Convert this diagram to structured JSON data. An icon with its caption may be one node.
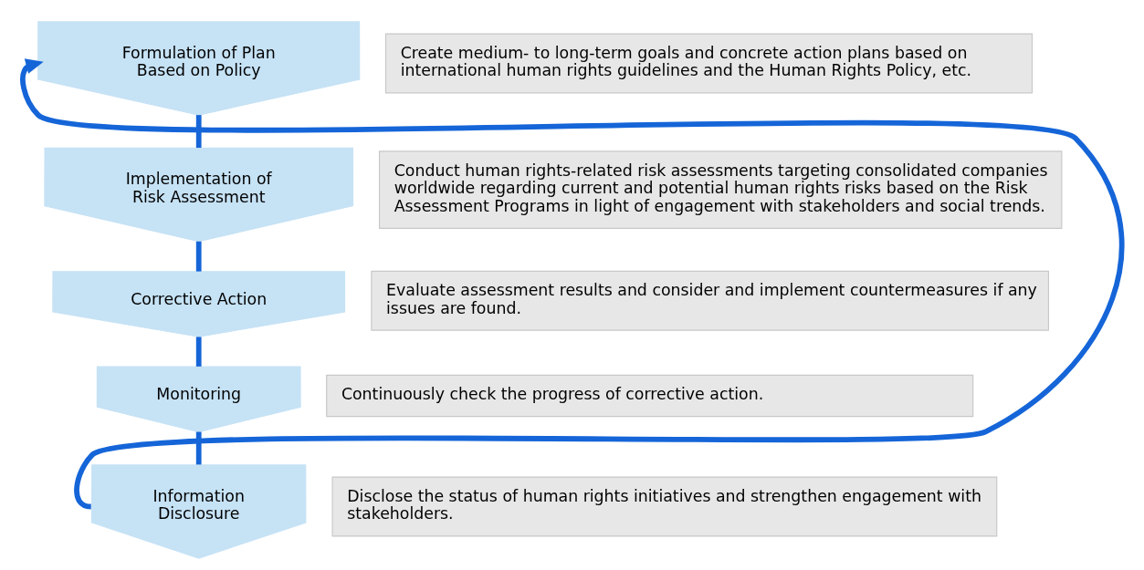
{
  "diagram": {
    "nodes": [
      {
        "text": [
          "Formulation of Plan Based on Policy"
        ]
      },
      {
        "text": [
          "Create medium- to long-term goals and concrete action plans based on international human rights guidelines and the Human Rights Policy, etc."
        ]
      },
      {
        "text": [
          "Implementation of Risk Assessment"
        ]
      },
      {
        "text": [
          "Conduct human rights-related risk assessments targeting consolidated companies worldwide regarding current and potential human rights risks based on the Risk Assessment Programs in light of engagement with stakeholders and social trends."
        ]
      },
      {
        "text": [
          "Corrective Action"
        ]
      },
      {
        "text": [
          "Evaluate assessment results and consider and implement countermeasures if any issues are found."
        ]
      },
      {
        "text": [
          "Monitoring"
        ]
      },
      {
        "text": [
          "Continuously check the progress of corrective action."
        ]
      },
      {
        "text": [
          "Information Disclosure"
        ]
      },
      {
        "text": [
          "Disclose the status of human rights initiatives and strengthen engagement with stakeholders."
        ]
      }
    ],
    "edges": [
      {
        "from": 0,
        "to": 2,
        "arrow": "none"
      },
      {
        "from": 2,
        "to": 4,
        "arrow": "none"
      },
      {
        "from": 4,
        "to": 6,
        "arrow": "none"
      },
      {
        "from": 6,
        "to": 8,
        "arrow": "none"
      },
      {
        "from": 8,
        "to": 0,
        "arrow": "to"
      }
    ]
  }
}
